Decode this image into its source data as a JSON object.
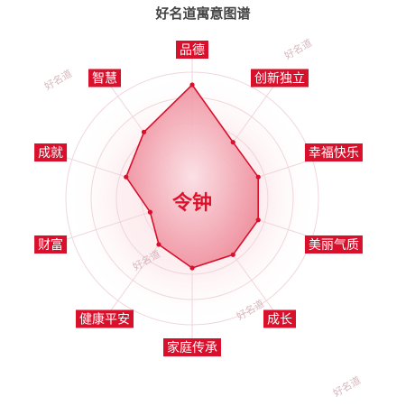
{
  "chart_data": {
    "type": "radar",
    "title": "好名道寓意图谱",
    "center_label": "令钟",
    "axes": [
      "品德",
      "创新独立",
      "幸福快乐",
      "美丽气质",
      "成长",
      "家庭传承",
      "健康平安",
      "财富",
      "成就",
      "智慧"
    ],
    "values": [
      90,
      55,
      55,
      55,
      55,
      55,
      45,
      35,
      55,
      65
    ],
    "max": 100,
    "grid": true,
    "colors": {
      "accent": "#d8102c",
      "fill": "#ee8090",
      "label_bg": "#d8102c",
      "label_text": "#ffffff",
      "center_text": "#e0102a",
      "grid": "#f0d6da"
    }
  },
  "watermark": "好名道"
}
